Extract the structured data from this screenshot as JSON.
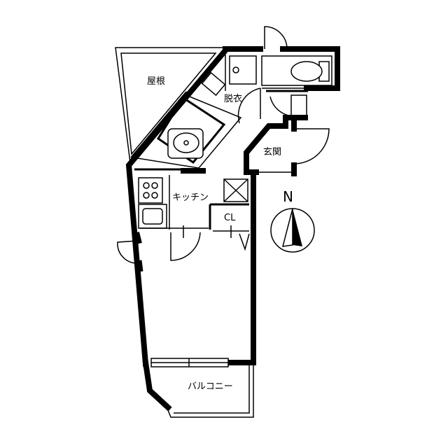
{
  "rooms": {
    "roof": "屋根",
    "dressing": "脱衣",
    "entrance": "玄関",
    "kitchen": "キッチン",
    "closet": "CL",
    "balcony": "バルコニー"
  },
  "compass": {
    "north": "N"
  }
}
